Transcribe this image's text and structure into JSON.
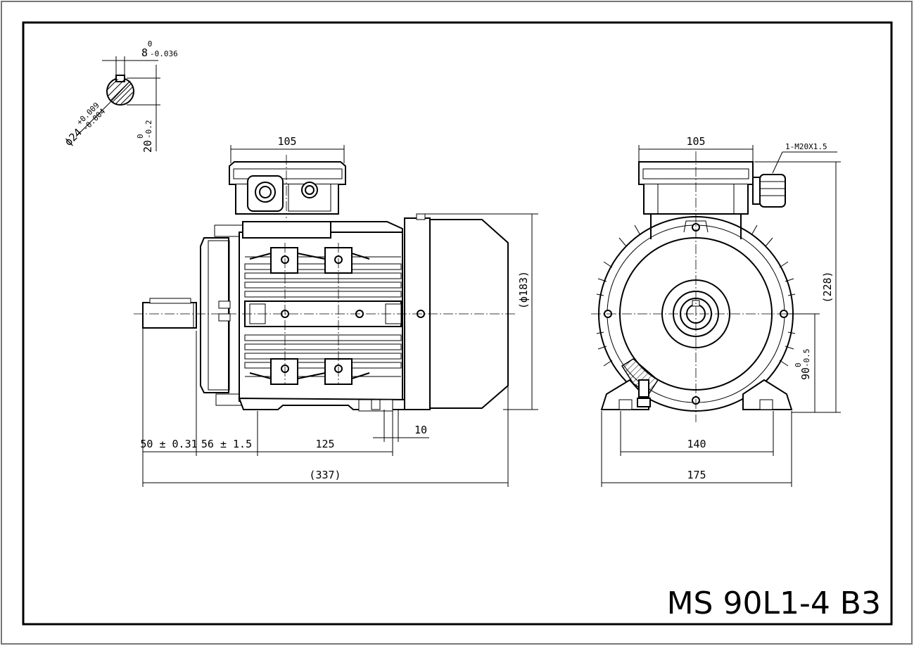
{
  "title_block": {
    "model": "MS 90L1-4 B3"
  },
  "shaft_detail": {
    "key_width": "8",
    "key_width_tol_upper": "0",
    "key_width_tol_lower": "-0.036",
    "diameter": "ϕ24",
    "diameter_tol_upper": "+0.009",
    "diameter_tol_lower": "-0.004",
    "key_depth": "20",
    "key_depth_tol_upper": "0",
    "key_depth_tol_lower": "-0.2"
  },
  "side_view": {
    "terminal_box_width": "105",
    "housing_diameter": "(ϕ183)",
    "shaft_length": "50 ± 0.31",
    "shaft_to_foot": "56 ± 1.5",
    "foot_hole_spacing": "125",
    "foot_slot": "10",
    "overall_length": "(337)"
  },
  "front_view": {
    "terminal_box_width": "105",
    "cable_gland": "1-M20X1.5",
    "overall_height": "(228)",
    "shaft_height": "90",
    "shaft_height_tol_upper": "0",
    "shaft_height_tol_lower": "-0.5",
    "foot_hole_spacing": "140",
    "foot_width": "175"
  }
}
